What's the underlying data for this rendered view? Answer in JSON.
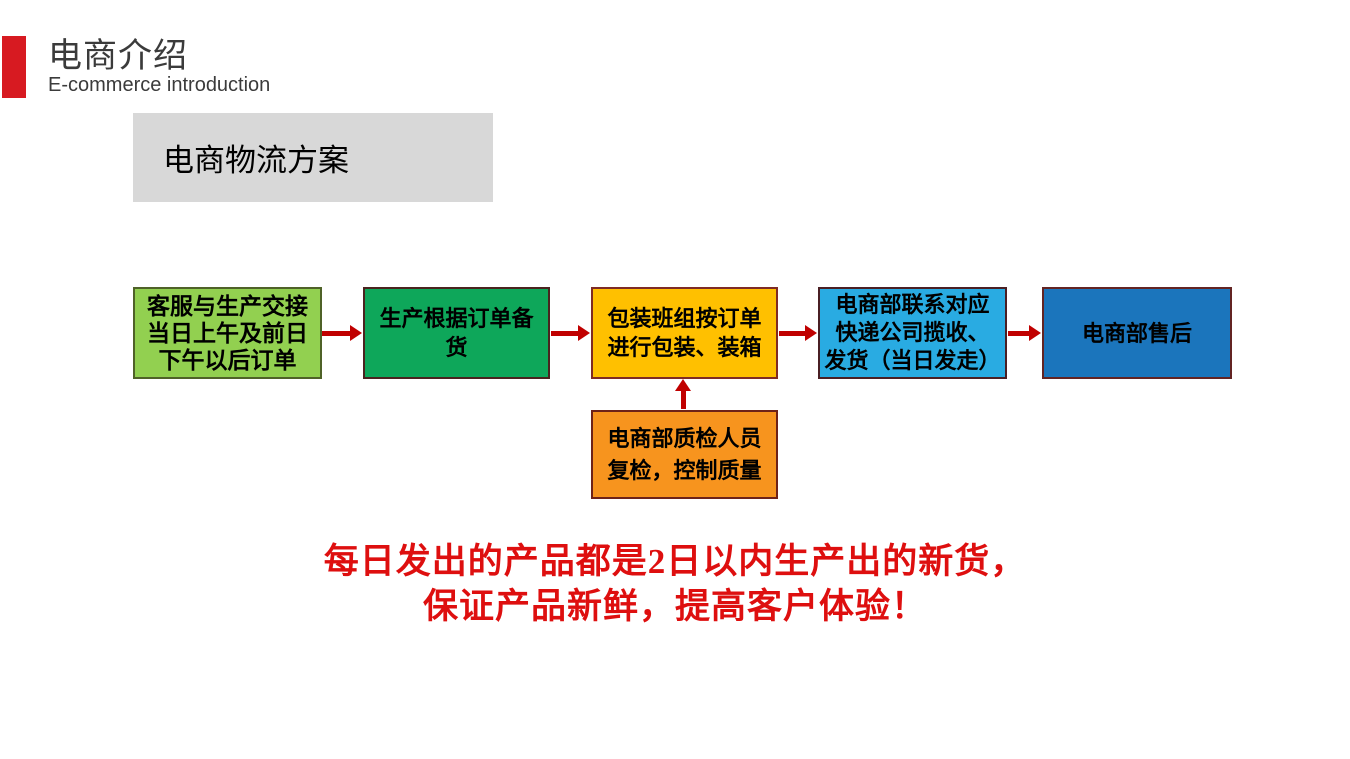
{
  "header": {
    "title": "电商介绍",
    "subtitle": "E-commerce introduction",
    "title_color": "#3b3b3b",
    "subtitle_color": "#3b3b3b",
    "accent_color": "#d71a21"
  },
  "section_label": {
    "text": "电商物流方案",
    "bg": "#d8d8d8"
  },
  "flow": {
    "arrow_color": "#c00000",
    "nodes": [
      {
        "name": "customer-service-handover",
        "lines": [
          "客服与生产交接",
          "当日上午及前日",
          "下午以后订单"
        ],
        "bg": "#92d050",
        "border": "#4f6228"
      },
      {
        "name": "production-prepares-stock",
        "lines": [
          "生产根据订单备",
          "货"
        ],
        "bg": "#0ea75a",
        "border": "#4a231f"
      },
      {
        "name": "packing-team",
        "lines": [
          "包装班组按订单",
          "进行包装、装箱"
        ],
        "bg": "#ffc000",
        "border": "#7f2b24"
      },
      {
        "name": "courier-pickup-dispatch",
        "lines": [
          "电商部联系对应",
          "快递公司揽收、",
          "发货（当日发走）"
        ],
        "bg": "#29abe2",
        "border": "#4a1f24"
      },
      {
        "name": "after-sales",
        "lines": [
          "电商部售后"
        ],
        "bg": "#1b75bc",
        "border": "#632423"
      }
    ],
    "qc_node": {
      "name": "quality-inspection",
      "lines": [
        "电商部质检人员",
        "复检，控制质量"
      ],
      "bg": "#f7941e",
      "border": "#6e2218"
    }
  },
  "note": {
    "lines": [
      "每日发出的产品都是2日以内生产出的新货，",
      "保证产品新鲜，提高客户体验！"
    ],
    "color": "#de0f0f"
  }
}
